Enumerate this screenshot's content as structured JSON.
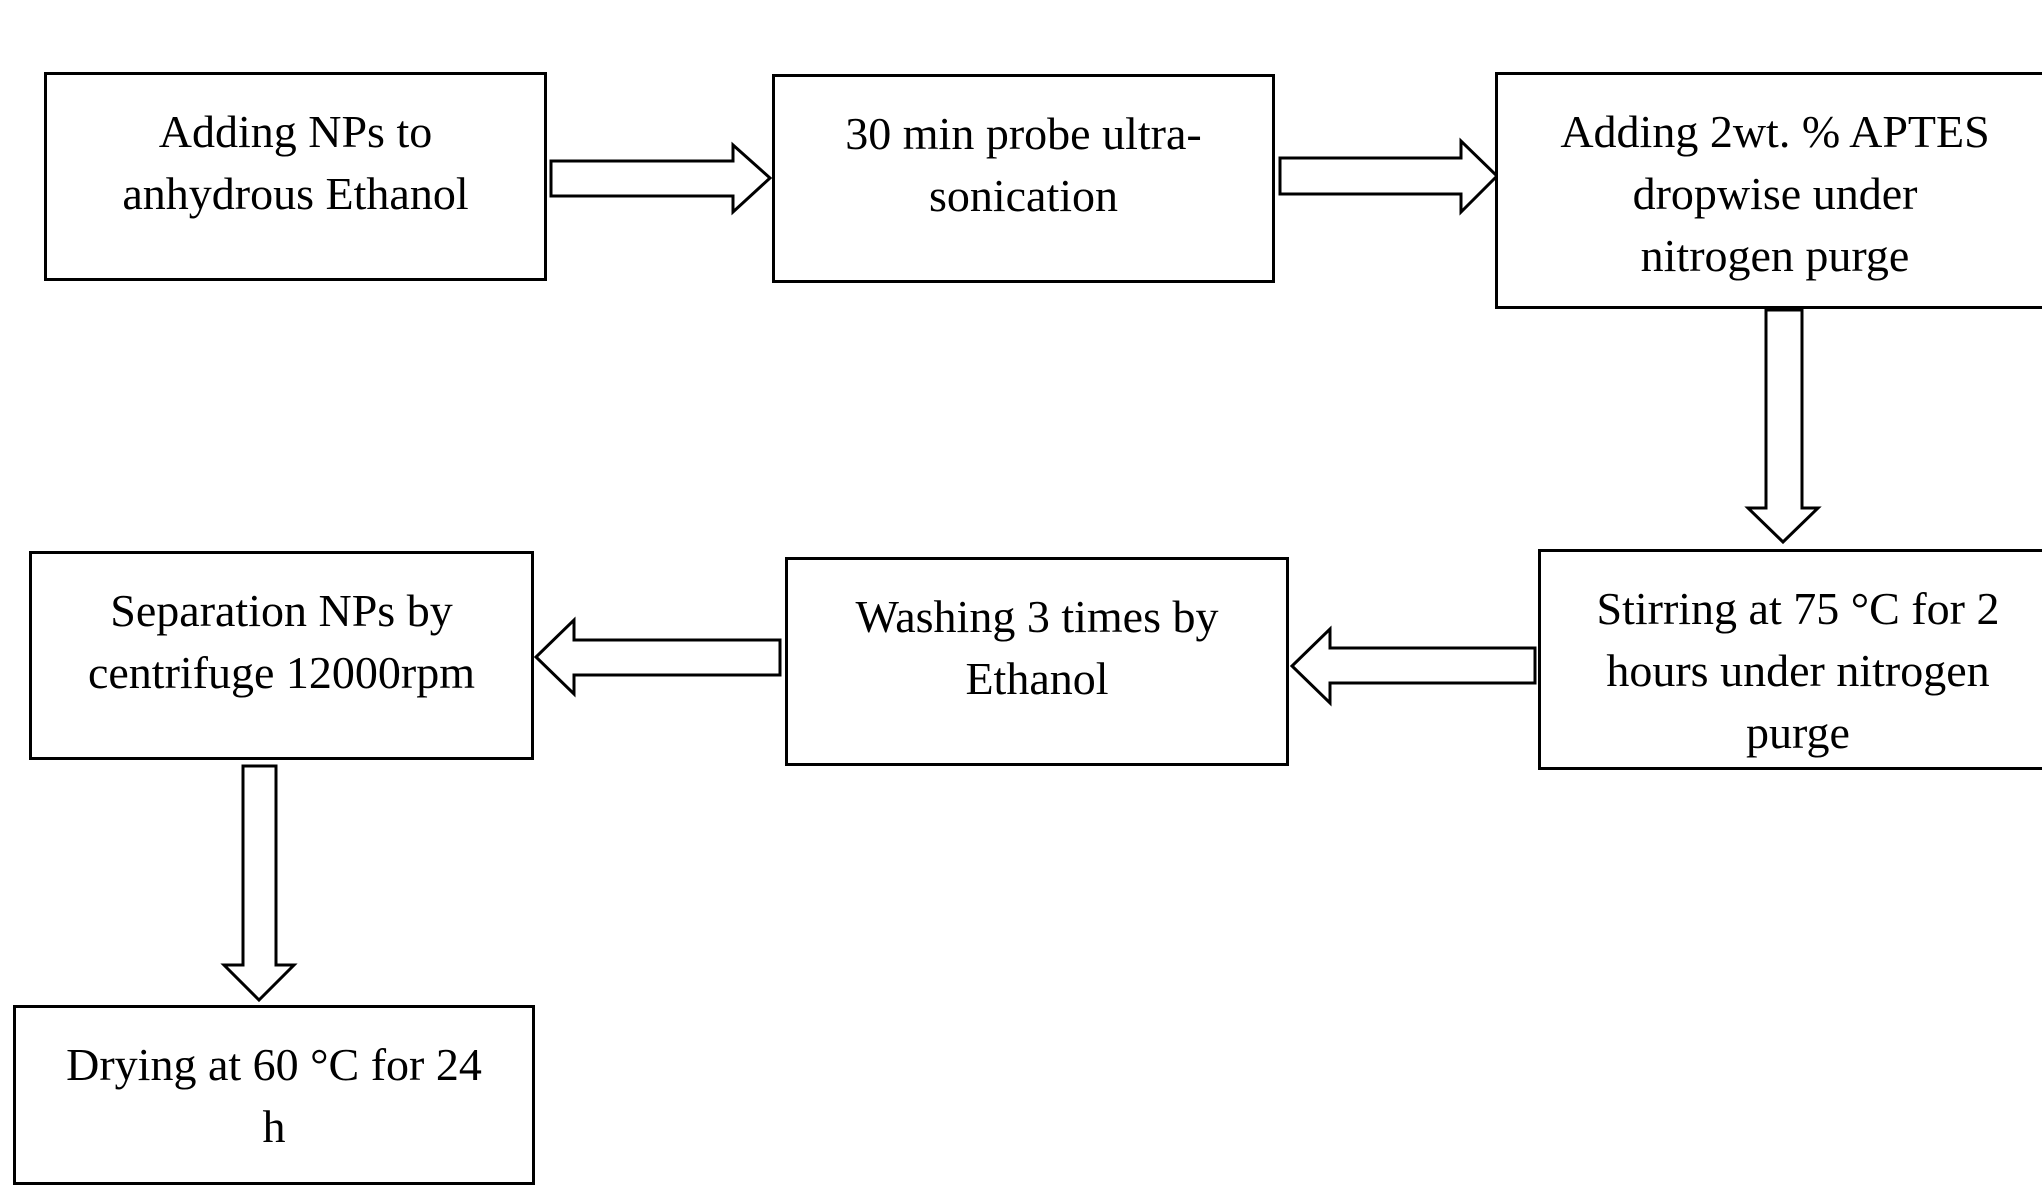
{
  "diagram": {
    "steps": [
      {
        "text": "Adding NPs to\nanhydrous Ethanol"
      },
      {
        "text": "30 min probe ultra-\nsonication"
      },
      {
        "text": "Adding 2wt. % APTES\ndropwise under\nnitrogen purge"
      },
      {
        "text": "Stirring at 75 °C for 2\nhours under nitrogen\npurge"
      },
      {
        "text": "Washing 3 times by\nEthanol"
      },
      {
        "text": "Separation NPs by\ncentrifuge 12000rpm"
      },
      {
        "text": "Drying at 60 °C for 24\nh"
      }
    ],
    "colors": {
      "stroke": "#000000",
      "fill": "#ffffff",
      "text": "#000000"
    }
  }
}
